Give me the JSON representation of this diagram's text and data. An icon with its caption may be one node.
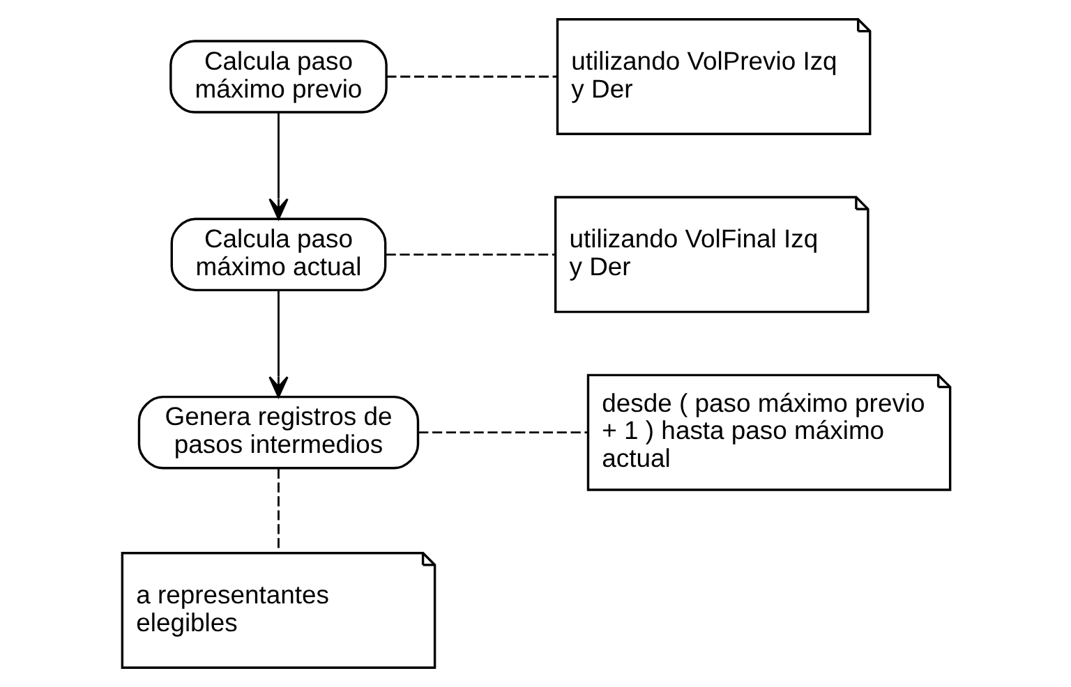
{
  "diagram": {
    "nodes": [
      {
        "text": [
          "Calcula paso máximo previo"
        ]
      },
      {
        "text": [
          "utilizando VolPrevio Izq y Der"
        ]
      },
      {
        "text": [
          "Calcula paso máximo actual"
        ]
      },
      {
        "text": [
          "utilizando VolFinal Izq y Der"
        ]
      },
      {
        "text": [
          "Genera registros de pasos intermedios"
        ]
      },
      {
        "text": [
          "desde ( paso máximo previo + 1 ) hasta paso máximo actual"
        ]
      },
      {
        "text": [
          "a representantes elegibles"
        ]
      }
    ],
    "edges": [
      {
        "from": 0,
        "to": 1,
        "arrow": "none",
        "style": "dashed"
      },
      {
        "from": 0,
        "to": 2,
        "arrow": "to"
      },
      {
        "from": 2,
        "to": 3,
        "arrow": "none",
        "style": "dashed"
      },
      {
        "from": 2,
        "to": 4,
        "arrow": "to"
      },
      {
        "from": 4,
        "to": 5,
        "arrow": "none",
        "style": "dashed"
      },
      {
        "from": 4,
        "to": 6,
        "arrow": "none",
        "style": "dashed"
      }
    ]
  }
}
